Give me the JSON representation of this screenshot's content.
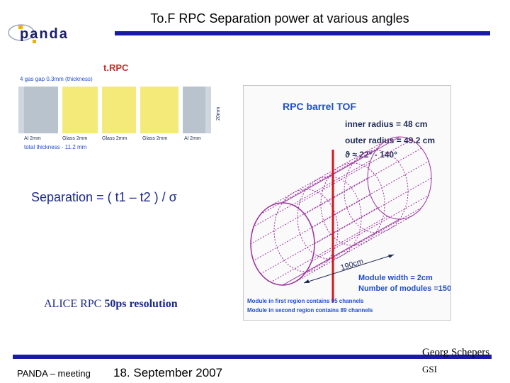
{
  "slide": {
    "title": "To.F  RPC  Separation power at various angles",
    "logo_text": "panda",
    "separation_formula": "Separation = ( t1 – t2 ) / σ",
    "alice_prefix": "ALICE  RPC ",
    "alice_suffix": "50ps resolution"
  },
  "trpc": {
    "title": "t.RPC",
    "gap_label": "4 gas gap 0.3mm (thickness)",
    "layers": [
      "Al 2mm",
      "Glass 2mm",
      "Glass 2mm",
      "Glass 2mm",
      "Al 2mm"
    ],
    "height_label": "20mm",
    "total_thickness": "total thickness  -  11.2 mm"
  },
  "tof_panel": {
    "title": "RPC barrel TOF",
    "inner_radius": "inner radius   = 48 cm",
    "outer_radius": "outer radius = 49.2 cm",
    "theta_range": "ϑ ≈ 22° - 140°",
    "length_label": "190cm",
    "module_width": "Module width = 2cm",
    "num_modules": "Number of modules =150",
    "note_first": "Module in first region contains 95 channels",
    "note_second": "Module in second region contains 89 channels"
  },
  "footer": {
    "meeting": "PANDA – meeting",
    "date": "18. September 2007",
    "author": "Georg Schepers",
    "institute": "GSI"
  },
  "colors": {
    "bar": "#1a1aa8",
    "trpc_title": "#c0312b",
    "panel_title": "#1f4fc8",
    "cylinder": "#9b2fa0",
    "axis": "#d4151f",
    "text_blue": "#1c2a88"
  }
}
